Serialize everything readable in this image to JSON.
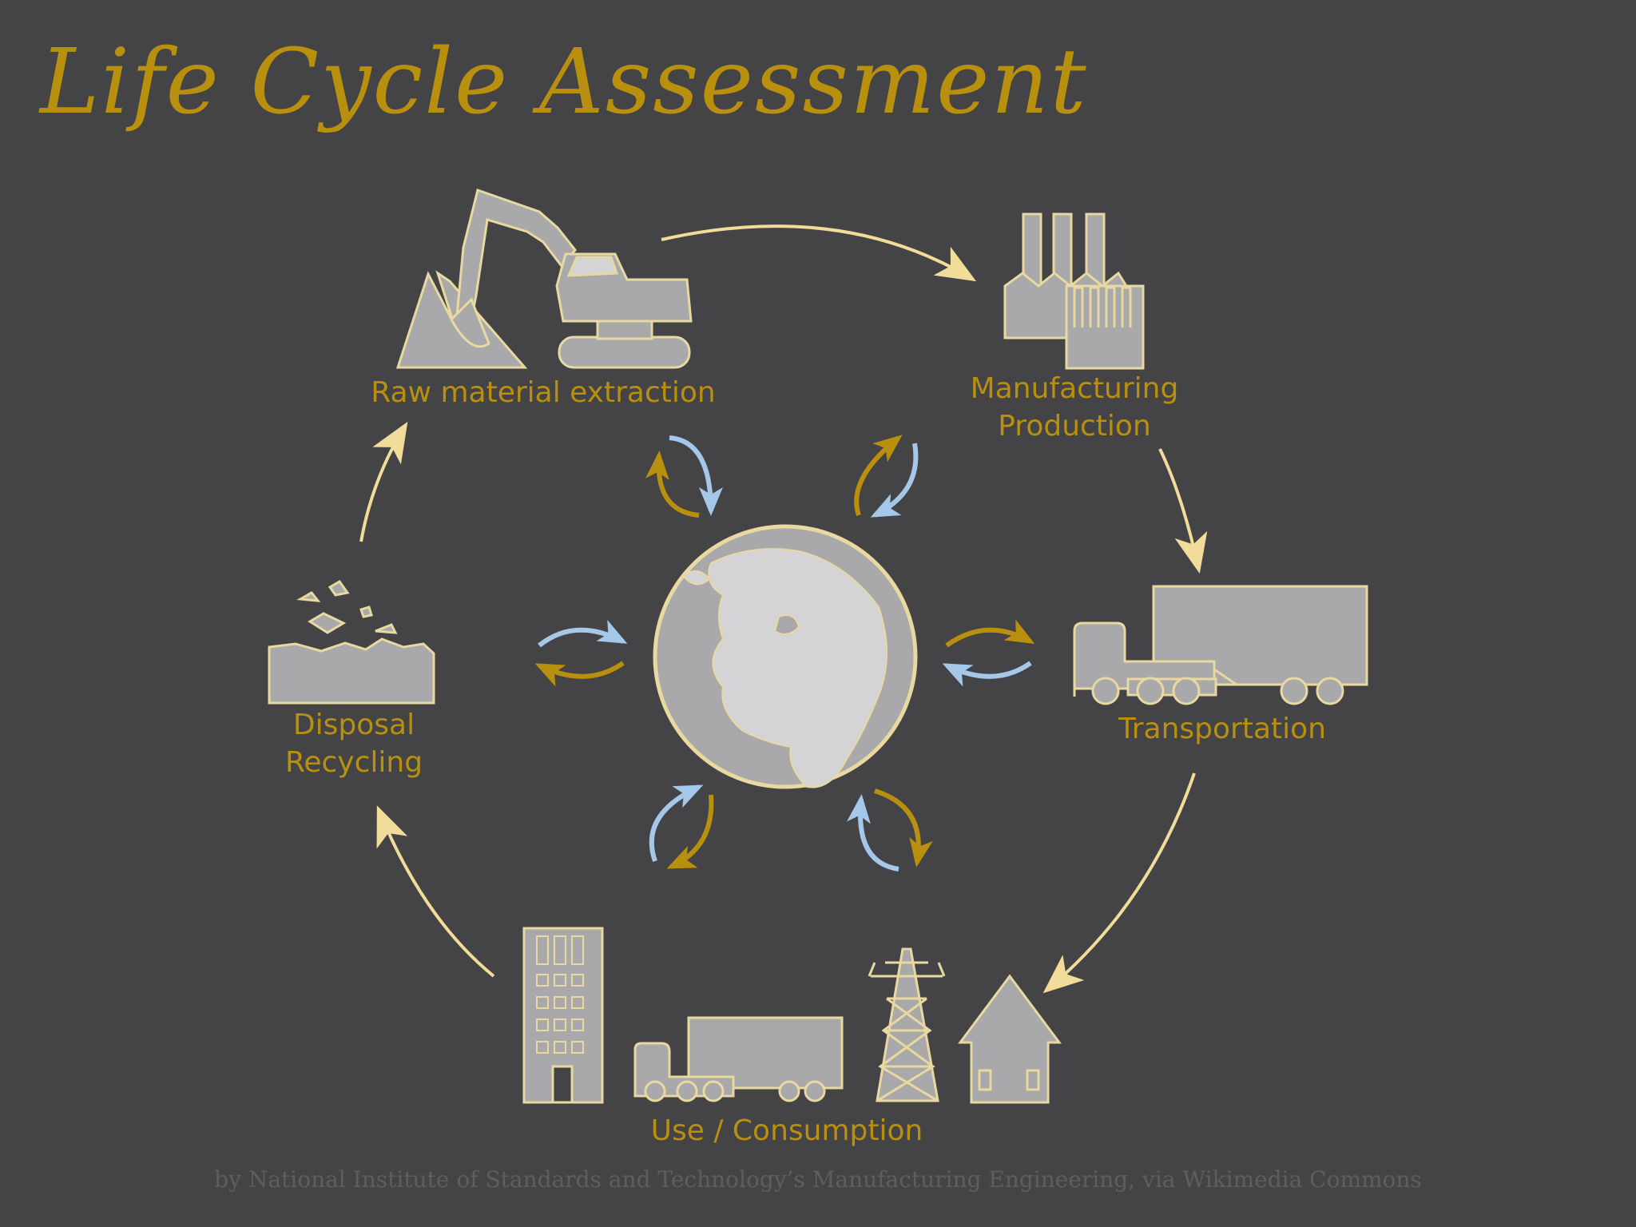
{
  "title": "Life Cycle Assessment",
  "stages": {
    "raw": "Raw material extraction",
    "manufacturing_line1": "Manufacturing",
    "manufacturing_line2": "Production",
    "transportation": "Transportation",
    "disposal_line1": "Disposal",
    "disposal_line2": "Recycling",
    "use": "Use / Consumption"
  },
  "credit": "by National Institute of Standards and Technology’s Manufacturing Engineering, via Wikimedia Commons",
  "colors": {
    "background": "#444345",
    "accent_gold": "#b8900e",
    "arrow_cream": "#f2dc9a",
    "exchange_blue": "#a5c8ea",
    "icon_gray": "#a9a8aa",
    "icon_outline": "#e8d9a0",
    "globe_land": "#d4d3d5"
  },
  "icons": [
    "excavator-icon",
    "factory-icon",
    "truck-icon",
    "landfill-icon",
    "office-building-icon",
    "power-tower-icon",
    "house-icon",
    "globe-icon"
  ]
}
